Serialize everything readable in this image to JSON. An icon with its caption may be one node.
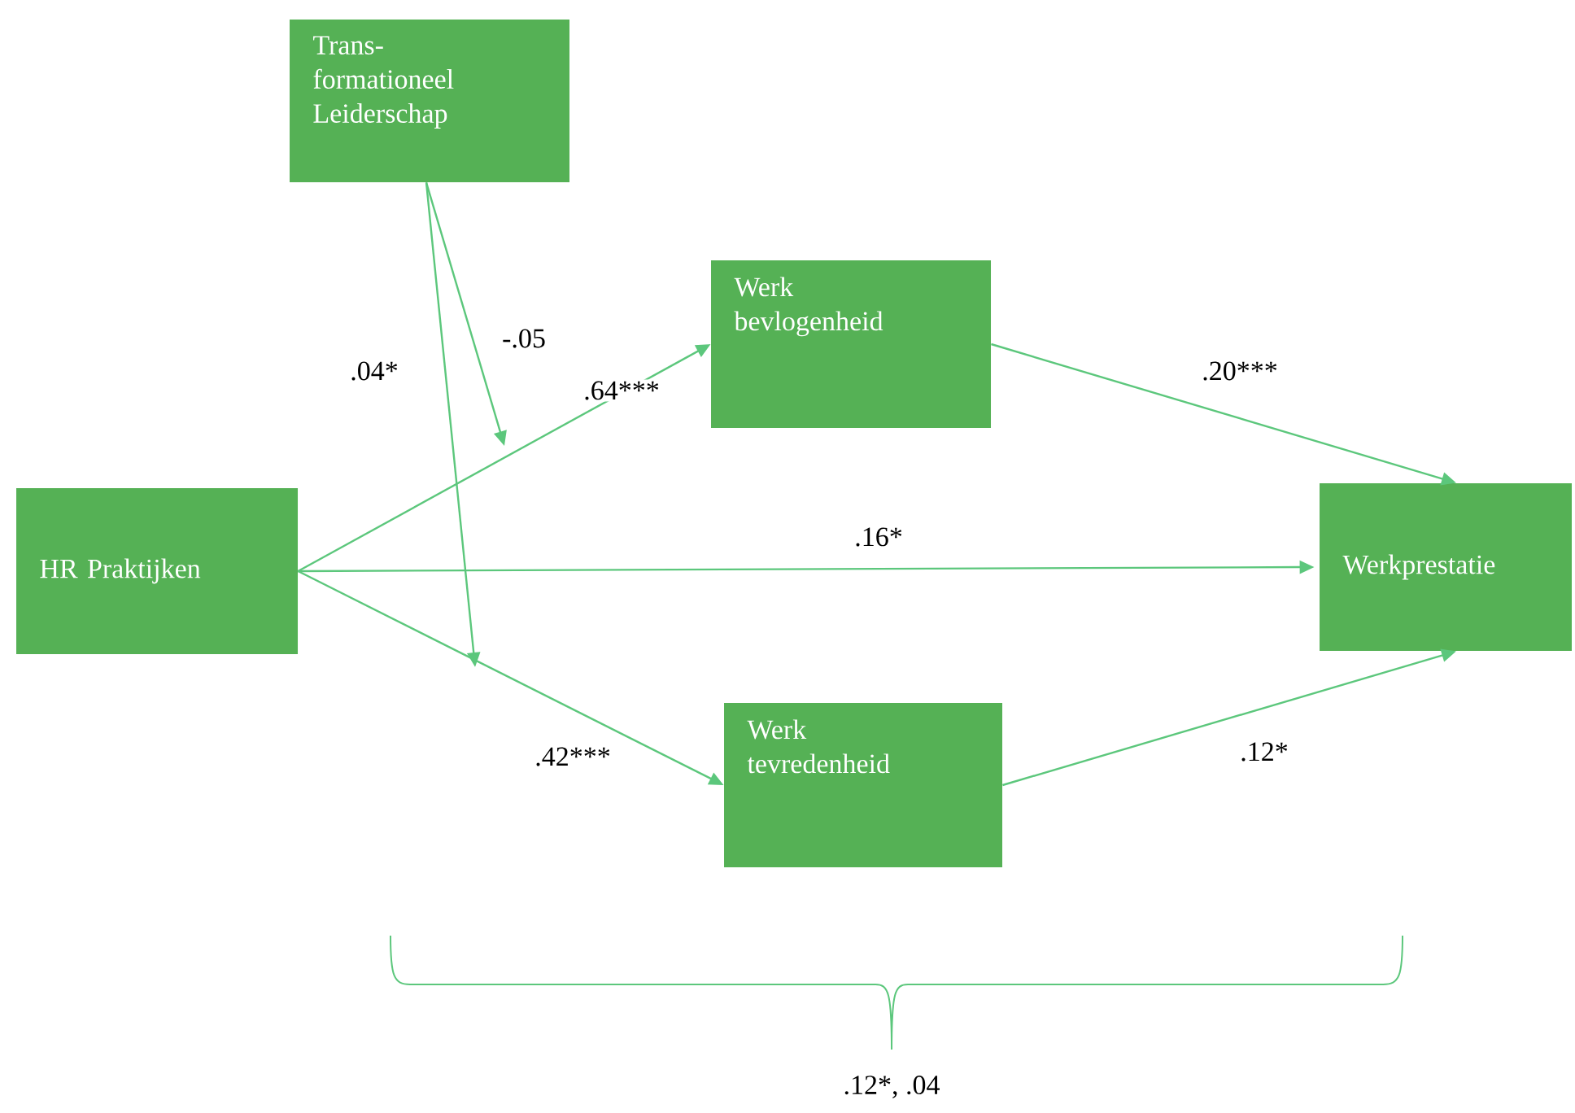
{
  "diagram": {
    "nodes": [
      {
        "text": [
          "Trans- formationeel Leiderschap"
        ]
      },
      {
        "text": [
          "HR Praktijken"
        ]
      },
      {
        "text": [
          "Werk bevlogenheid"
        ]
      },
      {
        "text": [
          "Werk tevredenheid"
        ]
      },
      {
        "text": [
          "Werkprestatie"
        ]
      }
    ],
    "edges": [
      {
        "from": 0,
        "to": null,
        "arrow": "to",
        "label": "-.05"
      },
      {
        "from": 0,
        "to": null,
        "arrow": "to",
        "label": ".04*"
      },
      {
        "from": 1,
        "to": 2,
        "arrow": "to",
        "label": ".64***"
      },
      {
        "from": 1,
        "to": 4,
        "arrow": "to",
        "label": ".16*"
      },
      {
        "from": 1,
        "to": 3,
        "arrow": "to",
        "label": ".42***"
      },
      {
        "from": 2,
        "to": 4,
        "arrow": "to",
        "label": ".20***"
      },
      {
        "from": 3,
        "to": 4,
        "arrow": "to",
        "label": ".12*"
      }
    ],
    "labels": [
      ".12*, .04"
    ]
  }
}
